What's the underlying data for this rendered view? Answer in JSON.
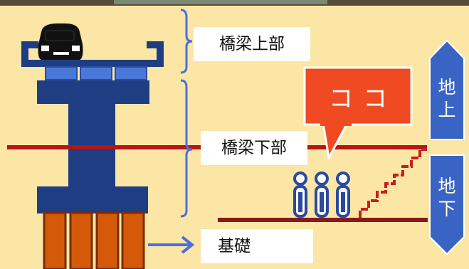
{
  "labels": {
    "upper_structure": "橋梁上部",
    "lower_structure": "橋梁下部",
    "foundation": "基礎",
    "callout": "ココ"
  },
  "vertical_badges": {
    "above_ground_chars": [
      "地",
      "上"
    ],
    "below_ground_chars": [
      "地",
      "下"
    ]
  },
  "icons": {
    "car": "car-icon",
    "people": "people-icon",
    "stairs": "stairs-icon",
    "arrow": "arrow-right-icon"
  },
  "colors": {
    "background": "#fbe6a6",
    "pier": "#1f3d82",
    "bearing": "#4a78d8",
    "pile": "#d45a0a",
    "ground_line": "#b81414",
    "floor": "#8a1a1a",
    "brace": "#4c6fe0",
    "callout": "#f04a22",
    "badge": "#3a64c4",
    "car": "#111111"
  }
}
